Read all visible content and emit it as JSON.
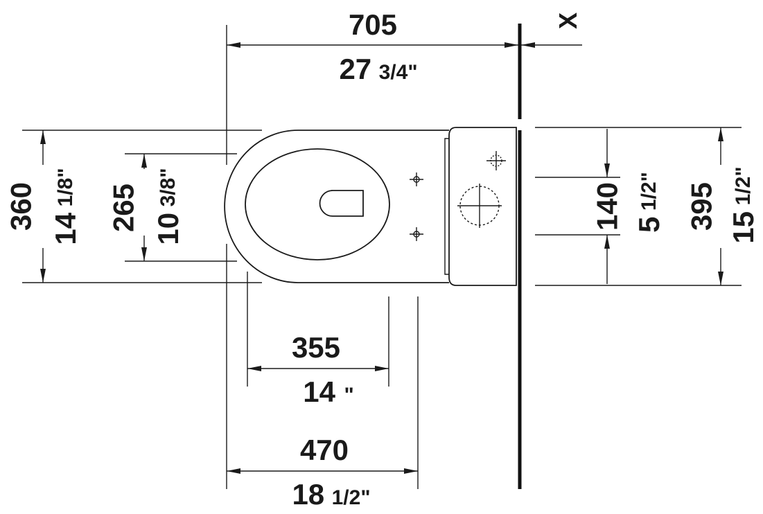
{
  "dimensions": {
    "overall_length": {
      "mm": "705",
      "inch": "27",
      "inch_frac": "3/4\""
    },
    "bowl_depth": {
      "mm": "470",
      "inch": "18",
      "inch_frac": "1/2\""
    },
    "fixing_depth": {
      "mm": "355",
      "inch": "14",
      "inch_frac": "\""
    },
    "bowl_width": {
      "mm": "360",
      "inch": "14",
      "inch_frac": "1/8\""
    },
    "fixing_spacing": {
      "mm": "265",
      "inch": "10",
      "inch_frac": "3/8\""
    },
    "outlet_width": {
      "mm": "140",
      "inch": "5",
      "inch_frac": "1/2\""
    },
    "tank_width": {
      "mm": "395",
      "inch": "15",
      "inch_frac": "1/2\""
    }
  },
  "wall_marker": {
    "label": "X"
  }
}
